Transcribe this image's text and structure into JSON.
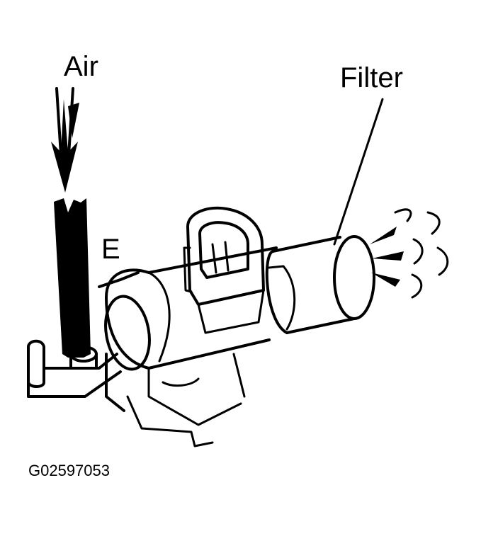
{
  "labels": {
    "air": "Air",
    "filter": "Filter",
    "port_e": "E",
    "figure_code": "G02597053"
  },
  "colors": {
    "ink": "#000000",
    "background": "#ffffff"
  }
}
